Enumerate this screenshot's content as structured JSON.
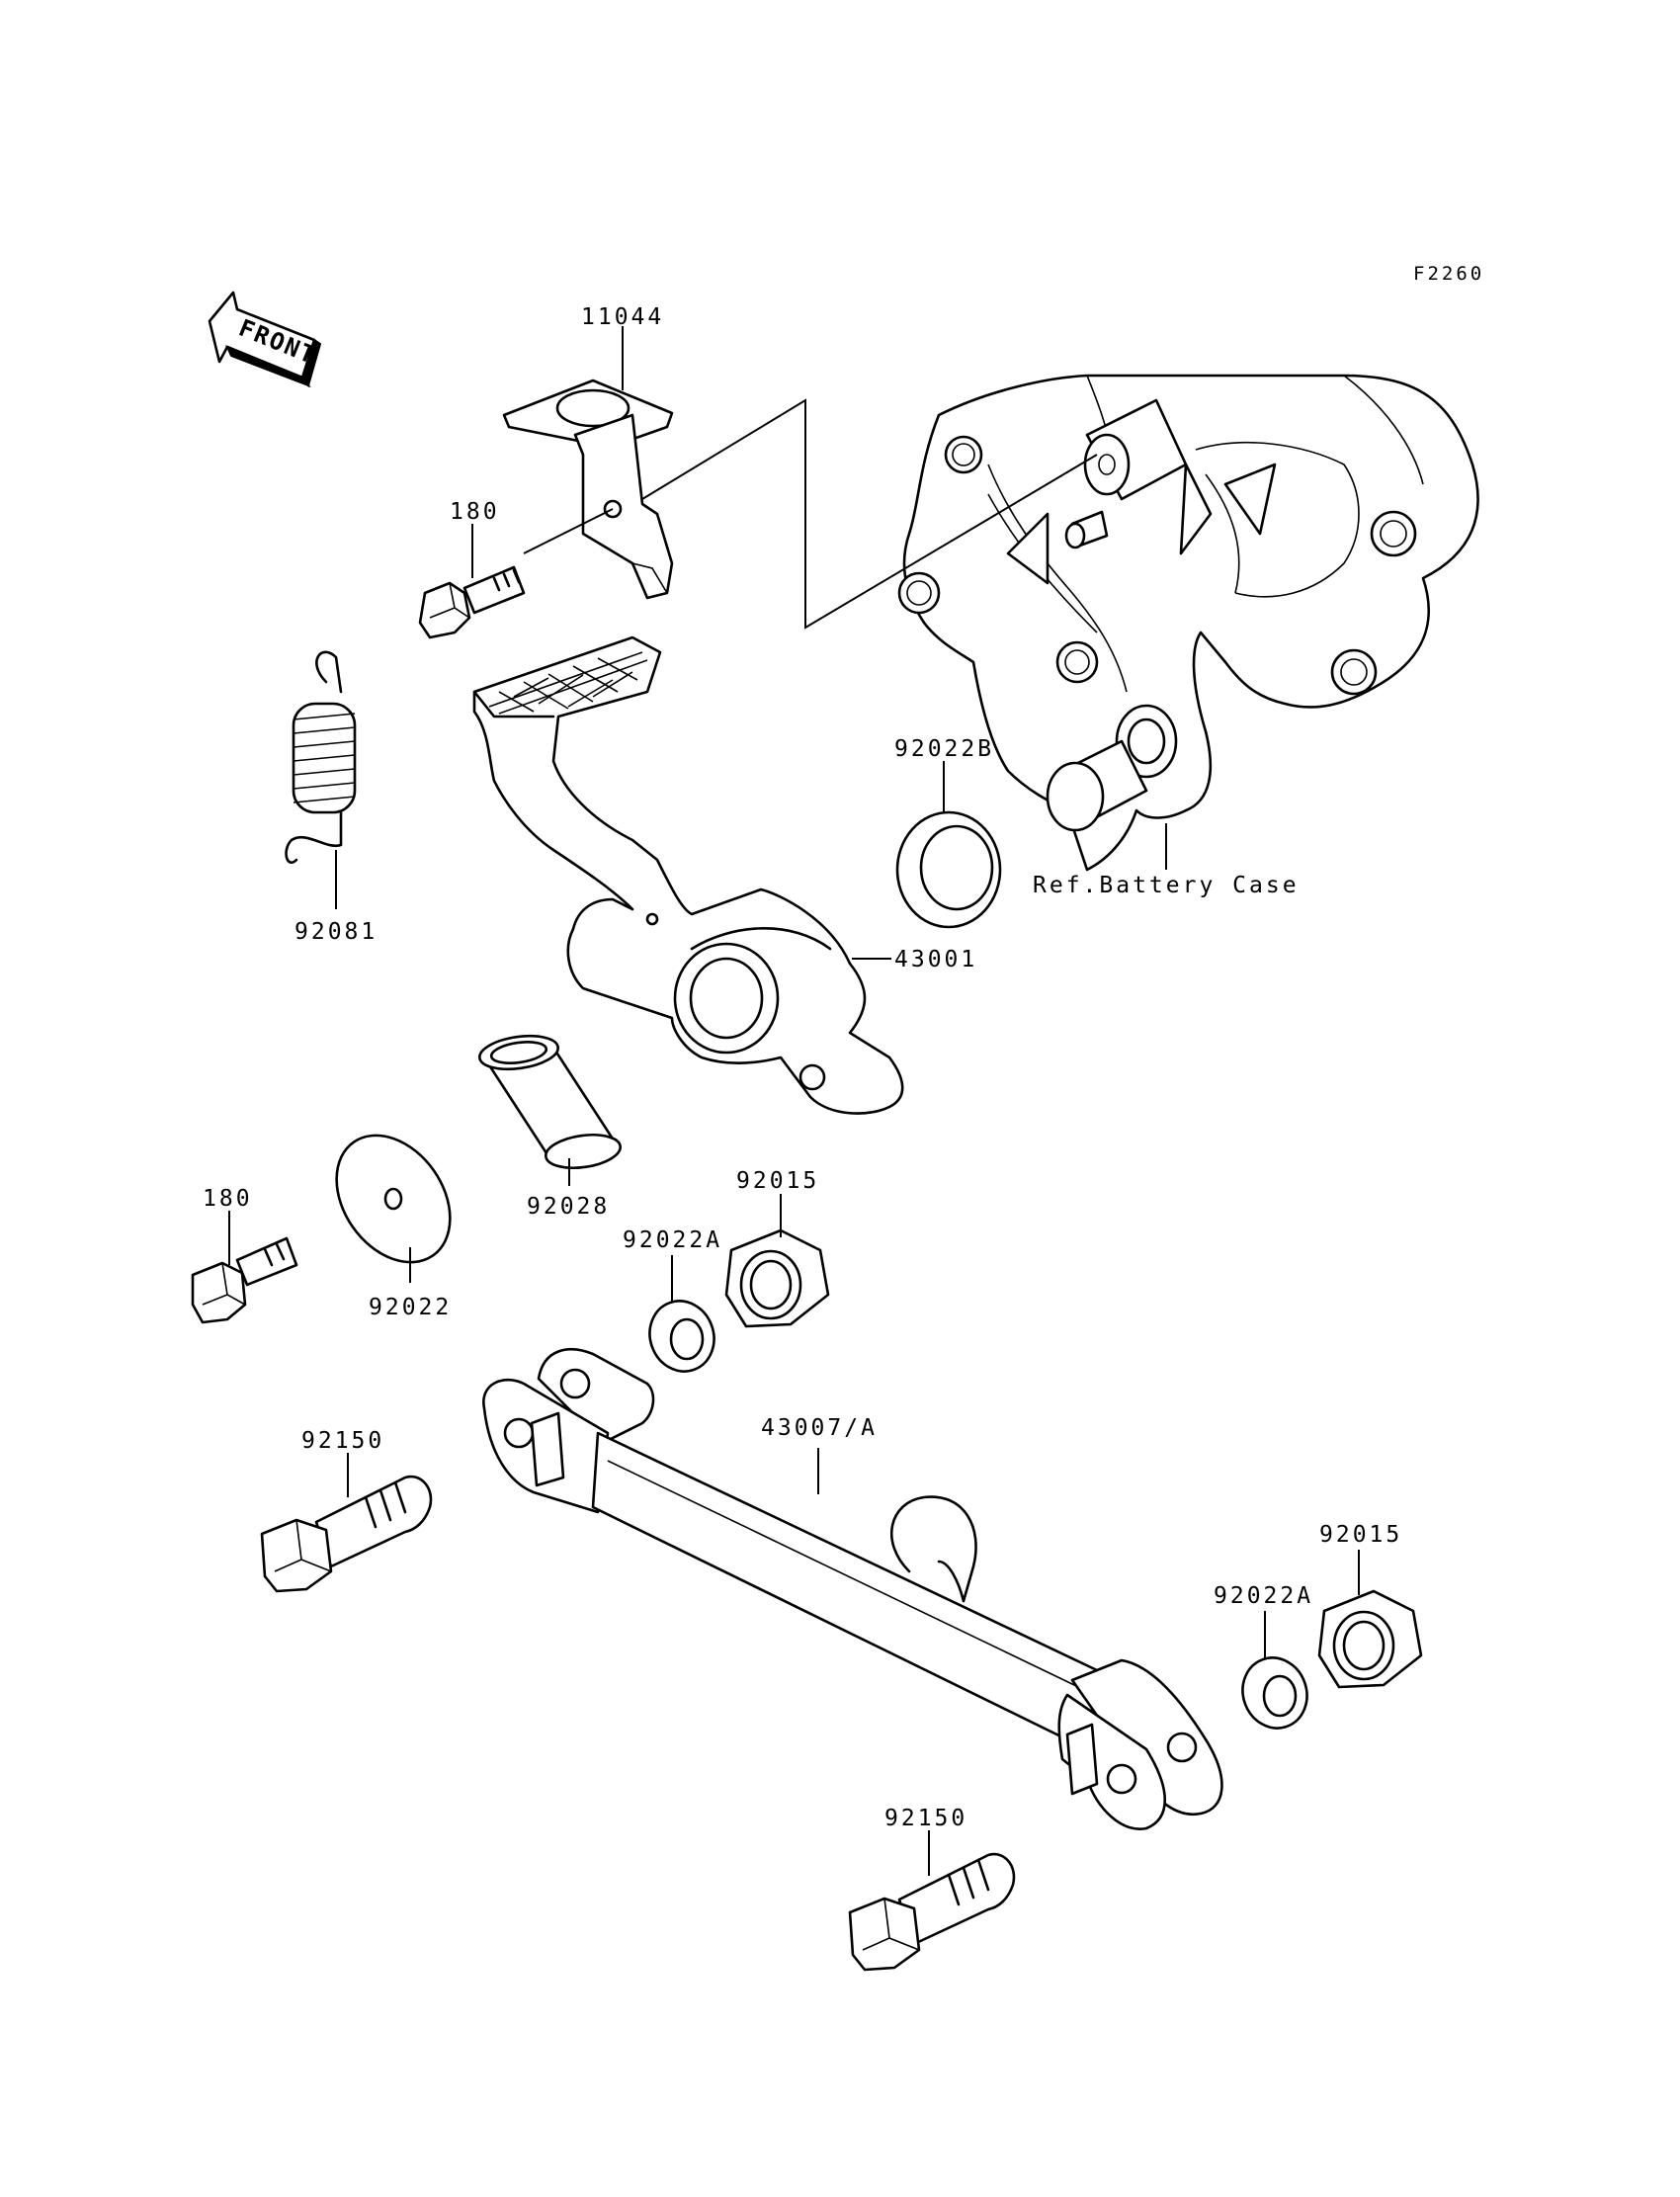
{
  "figure_code": "F2260",
  "front_label": "FRONT",
  "ref_note": "Ref.Battery Case",
  "parts": {
    "bracket": "11044",
    "bolt_top": "180",
    "spring": "92081",
    "pedal": "43001",
    "washer_b": "92022B",
    "collar": "92028",
    "washer_large": "92022",
    "bolt_left": "180",
    "nut_upper": "92015",
    "washer_a_upper": "92022A",
    "rod": "43007/A",
    "bolt_long_left": "92150",
    "nut_right": "92015",
    "washer_a_right": "92022A",
    "bolt_long_bottom": "92150"
  }
}
